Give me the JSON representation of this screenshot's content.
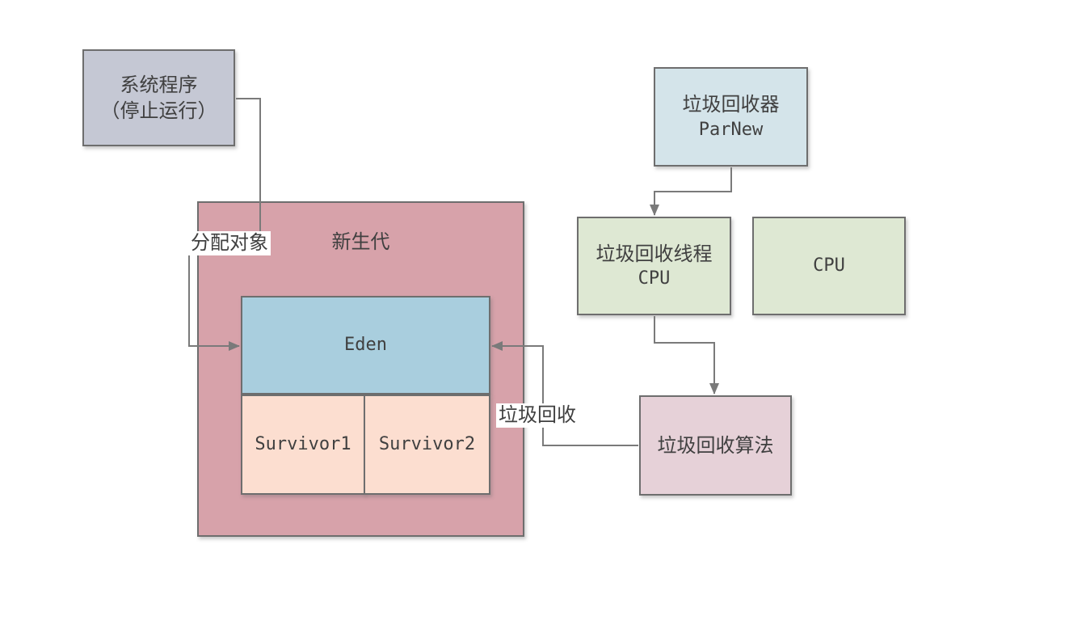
{
  "colors": {
    "system": "#c5c8d4",
    "parnew": "#d4e4ea",
    "green": "#dee8d3",
    "young": "#d7a2aa",
    "eden": "#a9cede",
    "survivor": "#fcded0",
    "algorithm": "#e6d1d8",
    "line": "#7a7a7a",
    "text": "#404040"
  },
  "nodes": {
    "system": {
      "line1": "系统程序",
      "line2": "（停止运行）"
    },
    "parnew": {
      "line1": "垃圾回收器",
      "line2": "ParNew"
    },
    "gc_thread": {
      "line1": "垃圾回收线程",
      "line2": "CPU"
    },
    "cpu": {
      "label": "CPU"
    },
    "young_gen": {
      "label": "新生代"
    },
    "eden": {
      "label": "Eden"
    },
    "survivor1": {
      "label": "Survivor1"
    },
    "survivor2": {
      "label": "Survivor2"
    },
    "gc_algorithm": {
      "label": "垃圾回收算法"
    }
  },
  "edge_labels": {
    "allocate": "分配对象",
    "gc": "垃圾回收"
  }
}
